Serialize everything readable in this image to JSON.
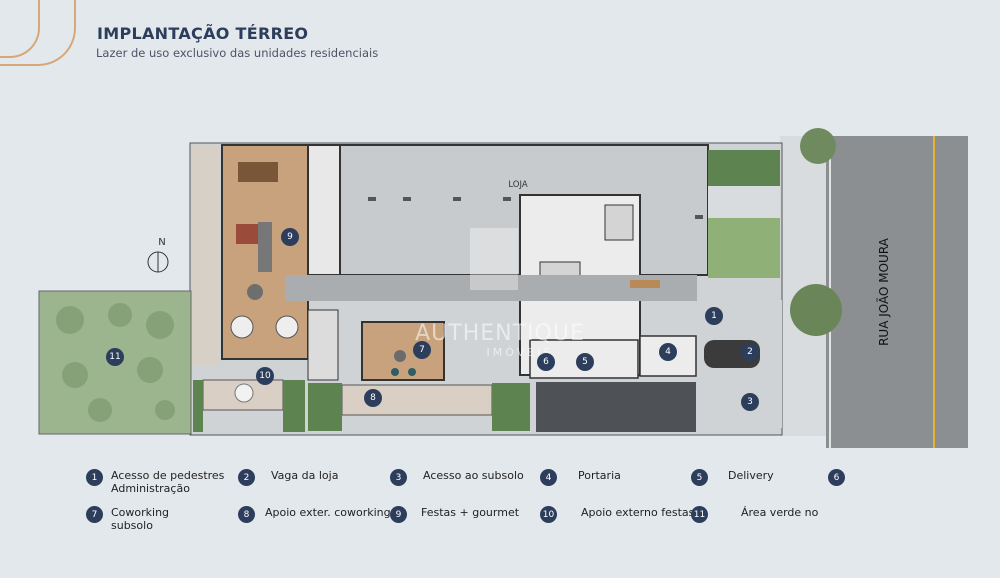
{
  "header": {
    "title": "IMPLANTAÇÃO TÉRREO",
    "subtitle": "Lazer de uso exclusivo das unidades residenciais"
  },
  "plan": {
    "store_label": "LOJA",
    "street_label": "RUA JOÃO MOURA",
    "compass_label": "N",
    "watermark_main": "AUTHENTIQUE",
    "watermark_sub": "IMÓVEIS",
    "markers": [
      "1",
      "2",
      "3",
      "4",
      "5",
      "6",
      "7",
      "8",
      "9",
      "10",
      "11"
    ]
  },
  "legend": [
    {
      "num": "1",
      "text": "Acesso de pedestres Administração"
    },
    {
      "num": "2",
      "text": "Vaga da loja"
    },
    {
      "num": "3",
      "text": "Acesso ao subsolo"
    },
    {
      "num": "4",
      "text": "Portaria"
    },
    {
      "num": "5",
      "text": "Delivery"
    },
    {
      "num": "6",
      "text": ""
    },
    {
      "num": "7",
      "text": "Coworking subsolo"
    },
    {
      "num": "8",
      "text": "Apoio exter. coworking"
    },
    {
      "num": "9",
      "text": "Festas + gourmet"
    },
    {
      "num": "10",
      "text": "Apoio externo festas"
    },
    {
      "num": "11",
      "text": "Área verde no"
    }
  ],
  "colors": {
    "background": "#e3e8ec",
    "title": "#2c3e5c",
    "badge": "#2c3e5c",
    "accent_line": "#d6a877",
    "street": "#8c8f92",
    "street_line": "#e8b530",
    "store": "#c8cbce",
    "wood": "#c8a27c",
    "garden": "#9db58f"
  }
}
